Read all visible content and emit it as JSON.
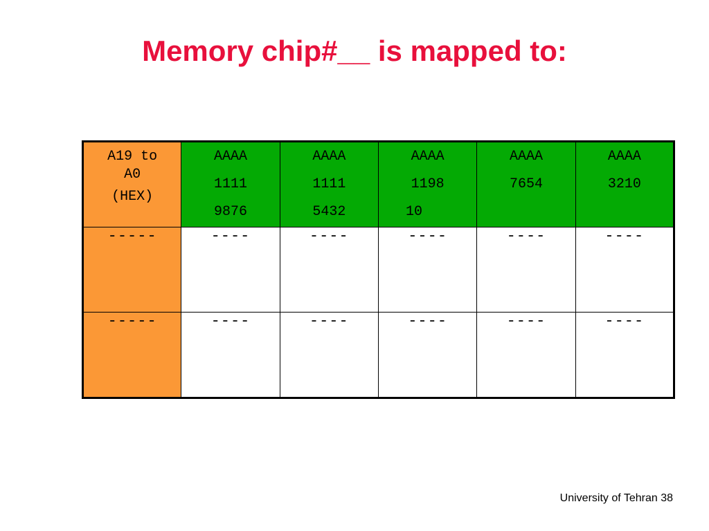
{
  "slide": {
    "title": "Memory chip#__ is mapped to:",
    "footer": "University of Tehran 38"
  },
  "table": {
    "header": {
      "lead": [
        "A19 to",
        "A0",
        "(HEX)"
      ],
      "columns": [
        [
          "AAAA",
          "1111",
          "9876"
        ],
        [
          "AAAA",
          "1111",
          "5432"
        ],
        [
          "AAAA",
          "1198",
          "10"
        ],
        [
          "AAAA",
          "7654"
        ],
        [
          "AAAA",
          "3210"
        ]
      ]
    },
    "rows": [
      {
        "lead": "-----",
        "cells": [
          "----",
          "----",
          "----",
          "----",
          "----"
        ]
      },
      {
        "lead": "-----",
        "cells": [
          "----",
          "----",
          "----",
          "----",
          "----"
        ]
      }
    ]
  },
  "colors": {
    "title": "#e8103c",
    "lead_column": "#fb9836",
    "header_green": "#04aa04",
    "border": "#000000"
  }
}
